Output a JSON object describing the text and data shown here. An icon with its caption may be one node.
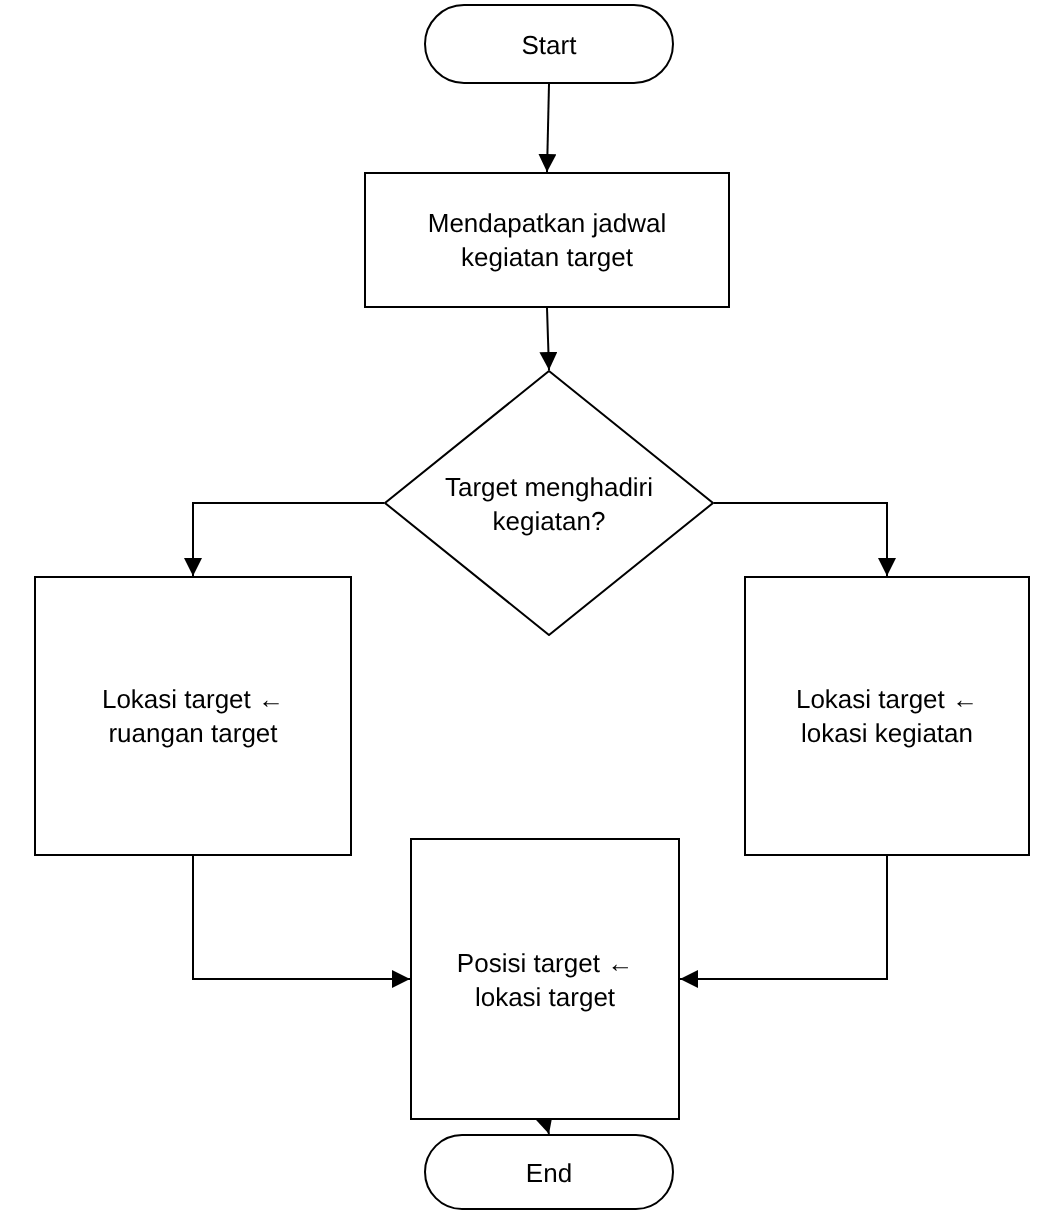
{
  "diagram": {
    "nodes": [
      {
        "text": [
          "Start"
        ]
      },
      {
        "text": [
          "Mendapatkan jadwal kegiatan target"
        ]
      },
      {
        "text": [
          "Target menghadiri kegiatan?"
        ]
      },
      {
        "text": [
          "Lokasi target ← ruangan target"
        ]
      },
      {
        "text": [
          "Lokasi target ← lokasi kegiatan"
        ]
      },
      {
        "text": [
          "Posisi target ← lokasi target"
        ]
      },
      {
        "text": [
          "End"
        ]
      }
    ],
    "edges": [
      {
        "from": 0,
        "to": 1,
        "arrow": "to"
      },
      {
        "from": 1,
        "to": 2,
        "arrow": "to"
      },
      {
        "from": 2,
        "to": 3,
        "arrow": "to"
      },
      {
        "from": 2,
        "to": 4,
        "arrow": "to"
      },
      {
        "from": 3,
        "to": 5,
        "arrow": "to"
      },
      {
        "from": 4,
        "to": 5,
        "arrow": "to"
      },
      {
        "from": 5,
        "to": 6,
        "arrow": "to"
      }
    ]
  }
}
